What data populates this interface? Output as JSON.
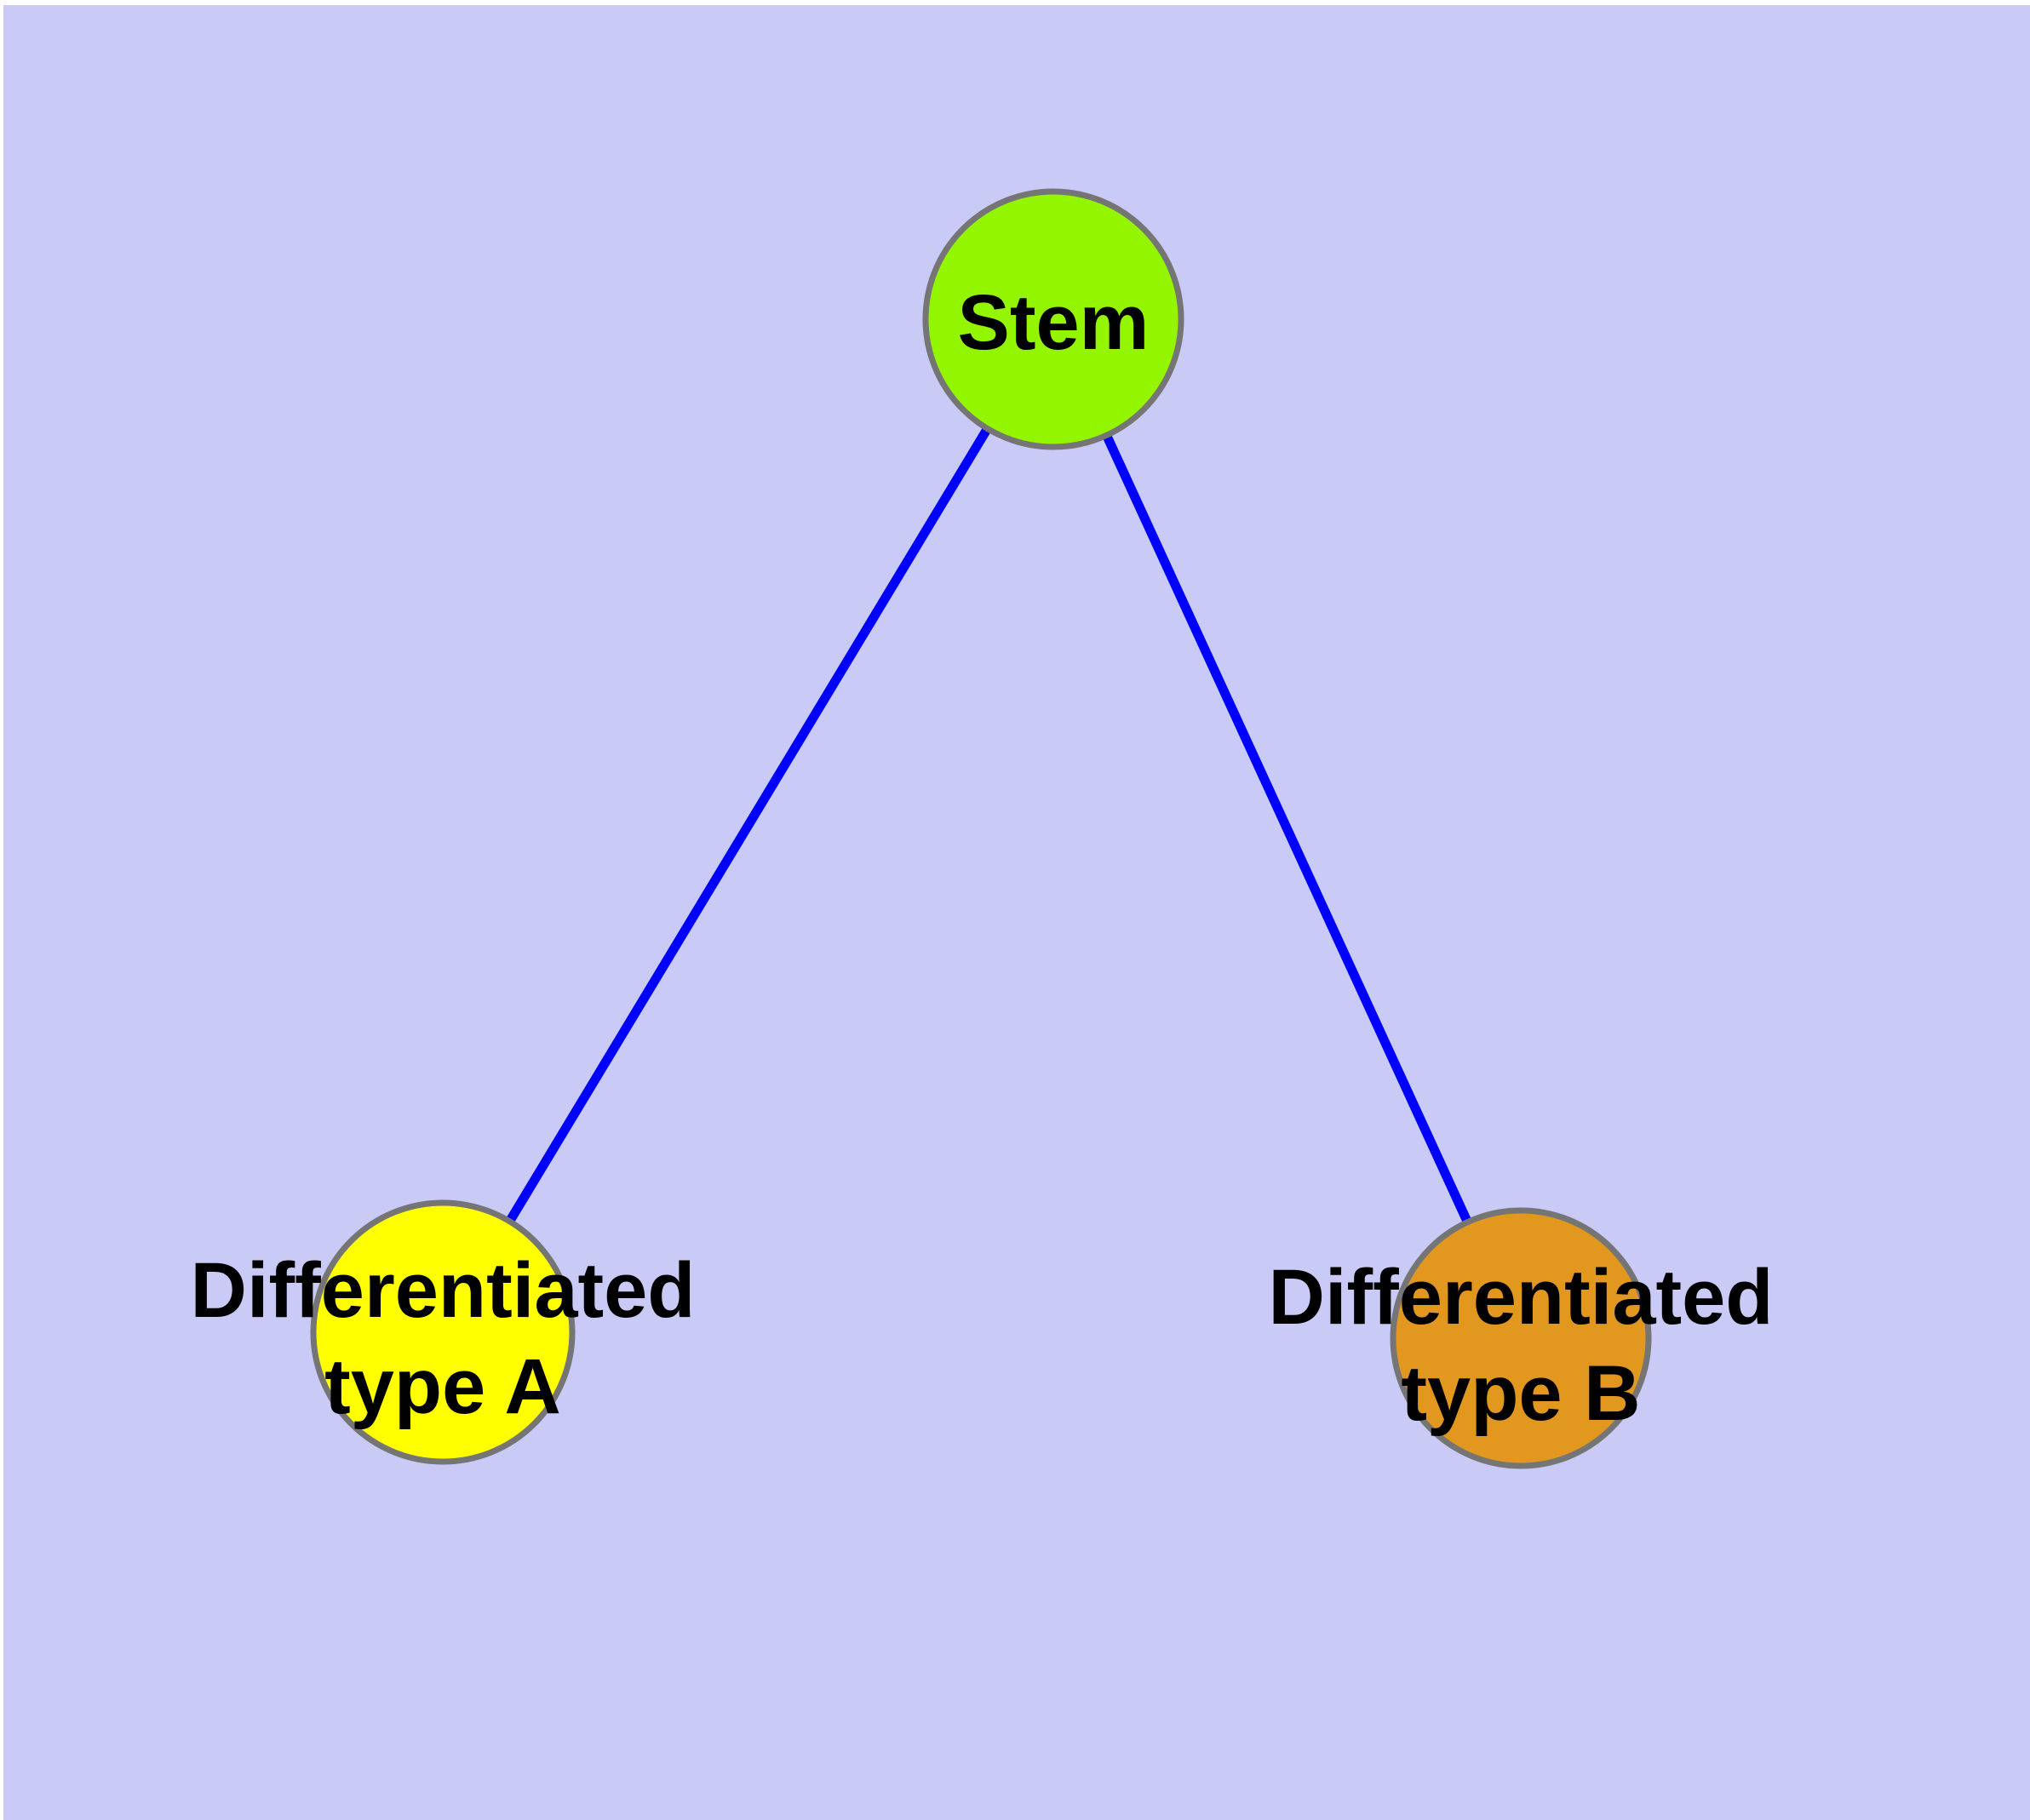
{
  "diagram": {
    "background_color": "#c9caf5",
    "page_margin_color": "#ffffff",
    "edge_color": "#0000ff",
    "node_border_color": "#757575",
    "label_color": "#000000",
    "nodes": [
      {
        "id": "stem",
        "label": "Stem",
        "fill": "#94f500"
      },
      {
        "id": "differentiated-type-a",
        "label_line1": "Differentiated",
        "label_line2": "type A",
        "fill": "#ffff00"
      },
      {
        "id": "differentiated-type-b",
        "label_line1": "Differentiated",
        "label_line2": "type B",
        "fill": "#e2981f"
      }
    ],
    "edges": [
      {
        "from": "Stem",
        "to": "Differentiated type A"
      },
      {
        "from": "Stem",
        "to": "Differentiated type B"
      }
    ]
  }
}
